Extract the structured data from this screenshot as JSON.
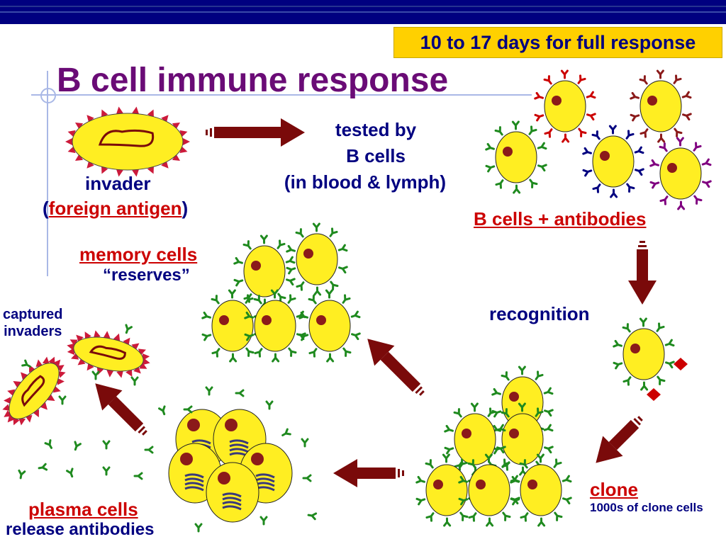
{
  "slide": {
    "title": "B cell immune response",
    "days_banner": "10 to 17 days for full response"
  },
  "labels": {
    "invader": "invader",
    "invader_paren_open": "(",
    "foreign_antigen": "foreign antigen",
    "invader_paren_close": ")",
    "tested_by_line1": "tested by",
    "tested_by_line2": "B cells",
    "tested_by_line3": "(in blood & lymph)",
    "b_cells_antibodies": "B cells + antibodies",
    "recognition": "recognition",
    "clone": "clone",
    "clone_sub": "1000s of clone cells",
    "plasma_cells": "plasma cells",
    "plasma_sub": "release antibodies",
    "memory_cells": "memory cells",
    "memory_sub": "“reserves”",
    "captured_line1": "captured",
    "captured_line2": "invaders"
  },
  "colors": {
    "navy": "#000080",
    "title_purple": "#6a0b76",
    "label_red": "#cc0000",
    "cell_yellow": "#ffee22",
    "nucleus": "#8b1a1a",
    "arrow": "#7a0a0a",
    "antibody_green": "#1f8a1f",
    "antibody_red": "#cc0000",
    "antibody_navy": "#000080",
    "antibody_purple": "#800080",
    "banner_yellow": "#ffd000"
  }
}
